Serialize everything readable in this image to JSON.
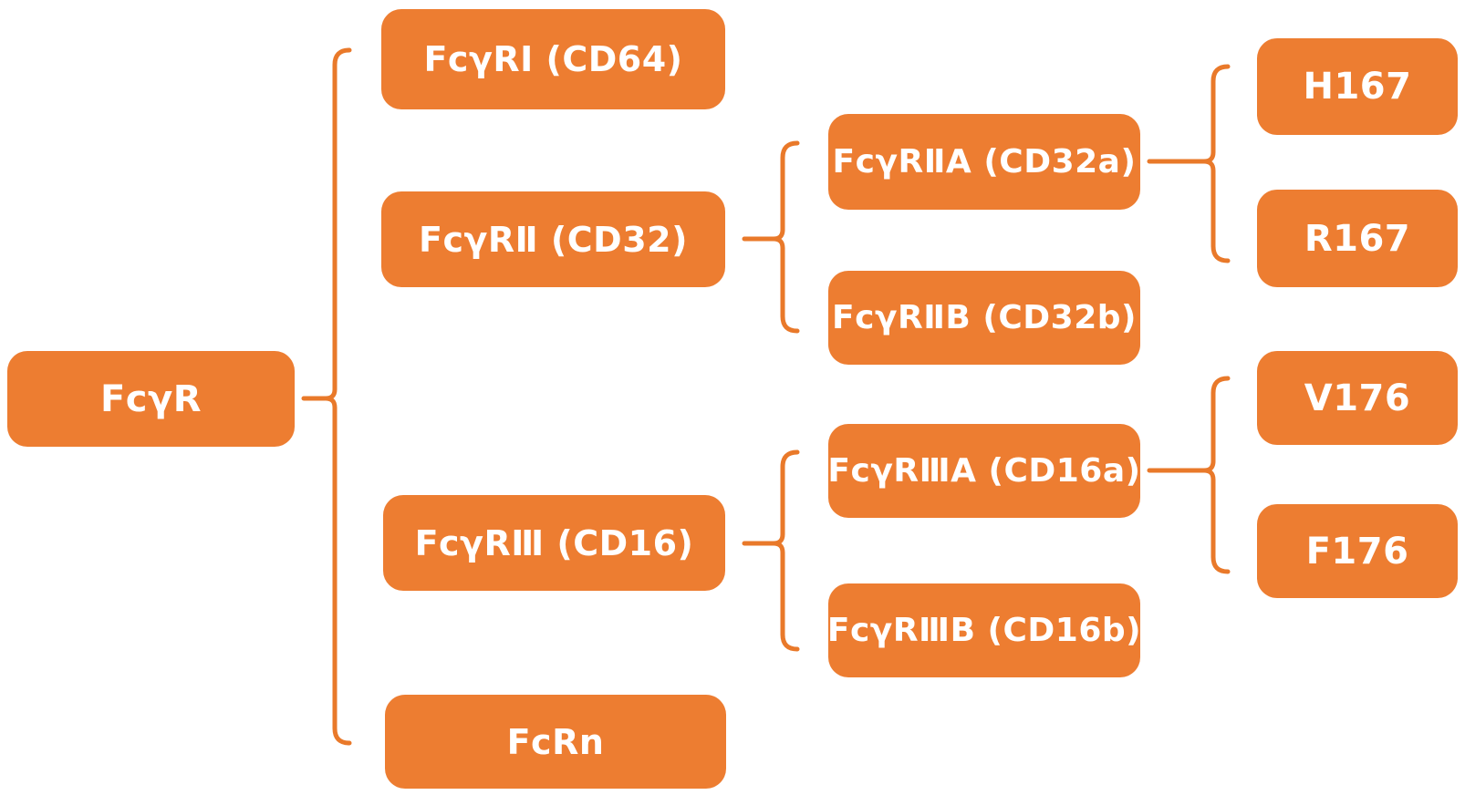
{
  "colors": {
    "node_fill": "#ED7D31",
    "node_text": "#FFFFFF",
    "connector": "#E9792A",
    "background": "#FFFFFF"
  },
  "tree": {
    "root": {
      "label": "FcγR"
    },
    "level2": [
      {
        "label": "FcγRⅠ（CD64）"
      },
      {
        "label": "FcγRⅡ（CD32）",
        "children": [
          {
            "label": "FcγRⅡA（CD32a）",
            "children": [
              {
                "label": "H167"
              },
              {
                "label": "R167"
              }
            ]
          },
          {
            "label": "FcγRⅡB（CD32b）"
          }
        ]
      },
      {
        "label": "FcγRⅢ（CD16）",
        "children": [
          {
            "label": "FcγRⅢA（CD16a）",
            "children": [
              {
                "label": "V176"
              },
              {
                "label": "F176"
              }
            ]
          },
          {
            "label": "FcγRⅢB（CD16b）"
          }
        ]
      },
      {
        "label": "FcRn"
      }
    ]
  }
}
